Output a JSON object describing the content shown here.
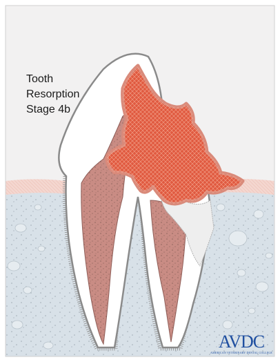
{
  "diagram": {
    "title_lines": [
      "Tooth",
      "Resorption",
      "Stage 4b"
    ],
    "logo": {
      "mark": "AVDC",
      "subtitle": "AMERICAN VETERINARY DENTAL COLLEGE"
    }
  },
  "colors": {
    "background": "#f2f1f1",
    "gingiva": "#f4d6cf",
    "bone": "#d8e1e8",
    "enamel": "#ffffff",
    "pulp": "#c98c84",
    "resorption": "#e05a40",
    "outline": "#8a8a8a",
    "logo": "#1f4fa0"
  }
}
